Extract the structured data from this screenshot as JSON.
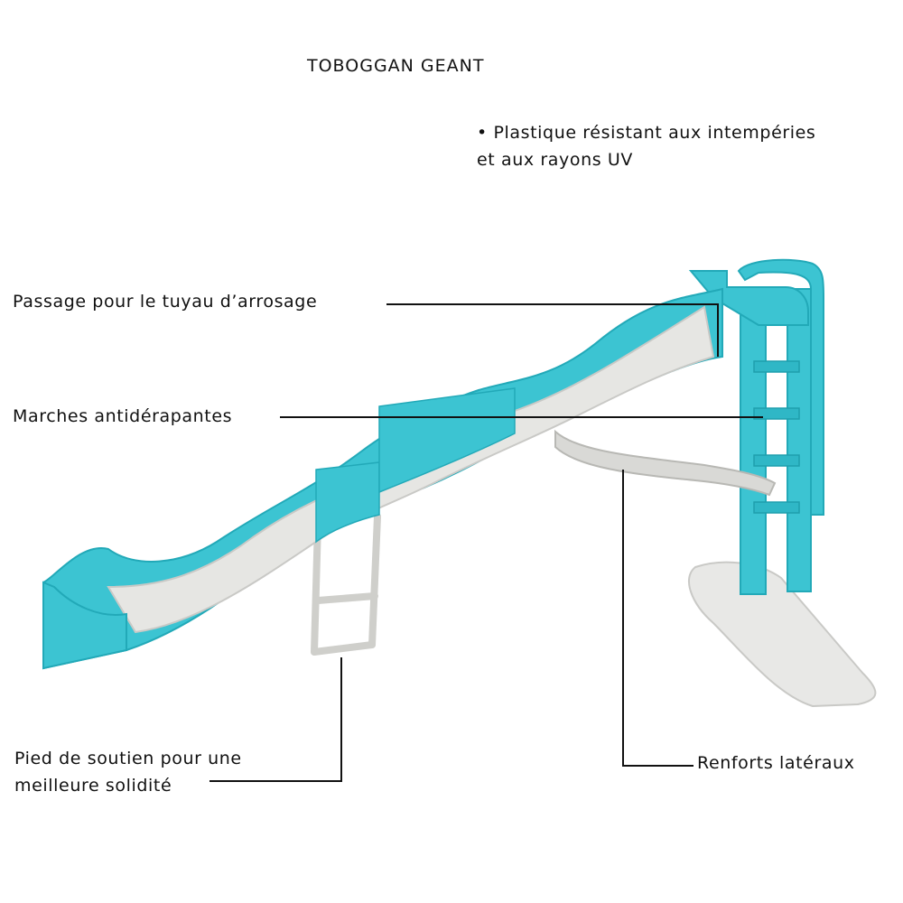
{
  "title": "TOBOGGAN GEANT",
  "feature": {
    "line1": "• Plastique résistant aux intempéries",
    "line2": "et aux rayons UV"
  },
  "labels": {
    "passage": "Passage pour le tuyau d’arrosage",
    "marches": "Marches antidérapantes",
    "pied_line1": "Pied de soutien pour une",
    "pied_line2": "meilleure solidité",
    "renforts": "Renforts latéraux"
  },
  "colors": {
    "turquoise": "#3cc4d2",
    "turquoise_dark": "#22a9b8",
    "light_grey": "#e6e6e3",
    "grey": "#cfcfcb",
    "line": "#111111"
  }
}
